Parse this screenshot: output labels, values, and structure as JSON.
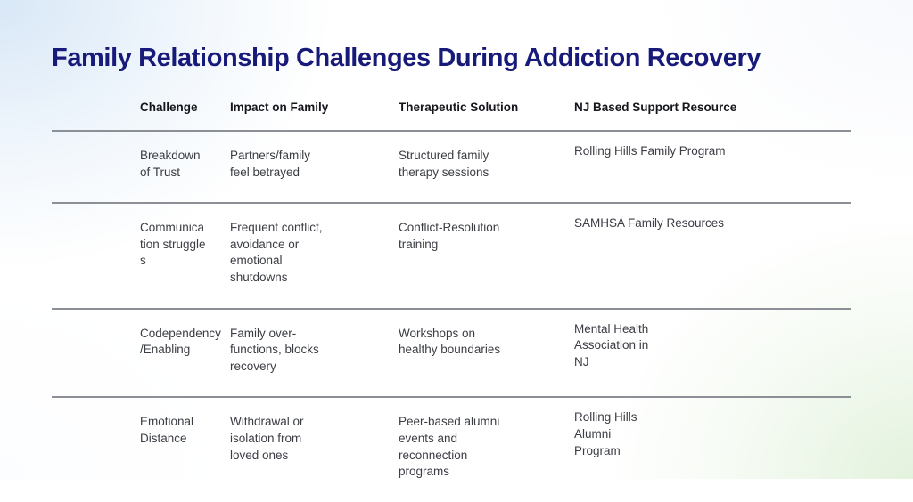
{
  "page": {
    "title": "Family Relationship Challenges During Addiction Recovery",
    "title_color": "#181a7a",
    "body_text_color": "#3b3d44",
    "header_text_color": "#15161c",
    "divider_color": "#8d8f96",
    "background_tint_top_left": "#d6e6f6",
    "background_tint_bottom_right": "#e1f1db",
    "background_base": "#ffffff"
  },
  "table": {
    "columns": [
      "Challenge",
      "Impact on Family",
      "Therapeutic Solution",
      "NJ Based Support Resource"
    ],
    "rows": [
      {
        "challenge": "Breakdown of Trust",
        "impact": "Partners/family feel betrayed",
        "solution": "Structured family therapy sessions",
        "resource": "Rolling Hills Family Program"
      },
      {
        "challenge": "Communication struggles",
        "impact": "Frequent conflict, avoidance or emotional shutdowns",
        "solution": "Conflict-Resolution training",
        "resource": "SAMHSA Family Resources"
      },
      {
        "challenge": "Codependency /Enabling",
        "impact": "Family over-functions, blocks recovery",
        "solution": "Workshops on healthy boundaries",
        "resource": "Mental Health Association in NJ"
      },
      {
        "challenge": "Emotional Distance",
        "impact": "Withdrawal or isolation from loved ones",
        "solution": "Peer-based alumni events and reconnection programs",
        "resource": "Rolling Hills Alumni Program"
      }
    ]
  }
}
